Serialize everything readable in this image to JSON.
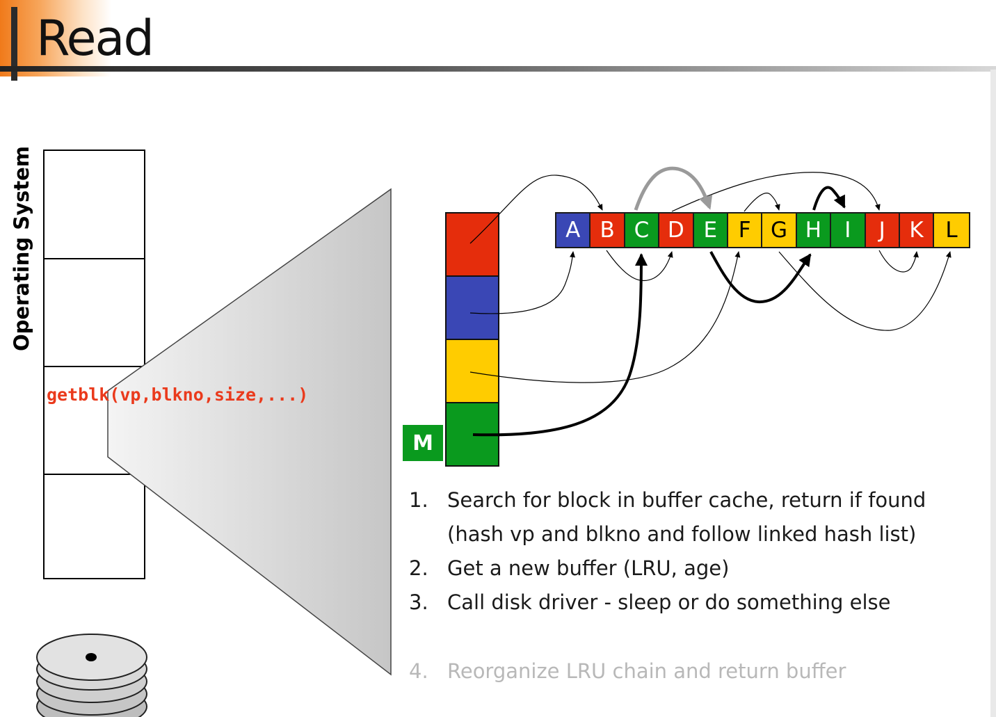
{
  "slide": {
    "title": "Read"
  },
  "os": {
    "label": "Operating System",
    "call": "getblk(vp,blkno,size,...)"
  },
  "hash_table": {
    "marker": "M",
    "colors": [
      "#e52d0c",
      "#3a47b5",
      "#ffcc00",
      "#0a9a1e"
    ]
  },
  "buffer_list": [
    {
      "label": "A",
      "color": "#3a47b5"
    },
    {
      "label": "B",
      "color": "#e52d0c"
    },
    {
      "label": "C",
      "color": "#0a9a1e"
    },
    {
      "label": "D",
      "color": "#e52d0c"
    },
    {
      "label": "E",
      "color": "#0a9a1e"
    },
    {
      "label": "F",
      "color": "#ffcc00"
    },
    {
      "label": "G",
      "color": "#ffcc00"
    },
    {
      "label": "H",
      "color": "#0a9a1e"
    },
    {
      "label": "I",
      "color": "#0a9a1e"
    },
    {
      "label": "J",
      "color": "#e52d0c"
    },
    {
      "label": "K",
      "color": "#e52d0c"
    },
    {
      "label": "L",
      "color": "#ffcc00"
    }
  ],
  "steps": [
    {
      "num": "1.",
      "text": "Search for block in buffer cache, return if found"
    },
    {
      "num": "",
      "text": "(hash vp and blkno and follow linked hash list)"
    },
    {
      "num": "2.",
      "text": "Get a new buffer (LRU, age)"
    },
    {
      "num": "3.",
      "text": "Call disk driver - sleep or do something else"
    },
    {
      "num": "4.",
      "text": "Reorganize LRU chain and return buffer"
    }
  ]
}
